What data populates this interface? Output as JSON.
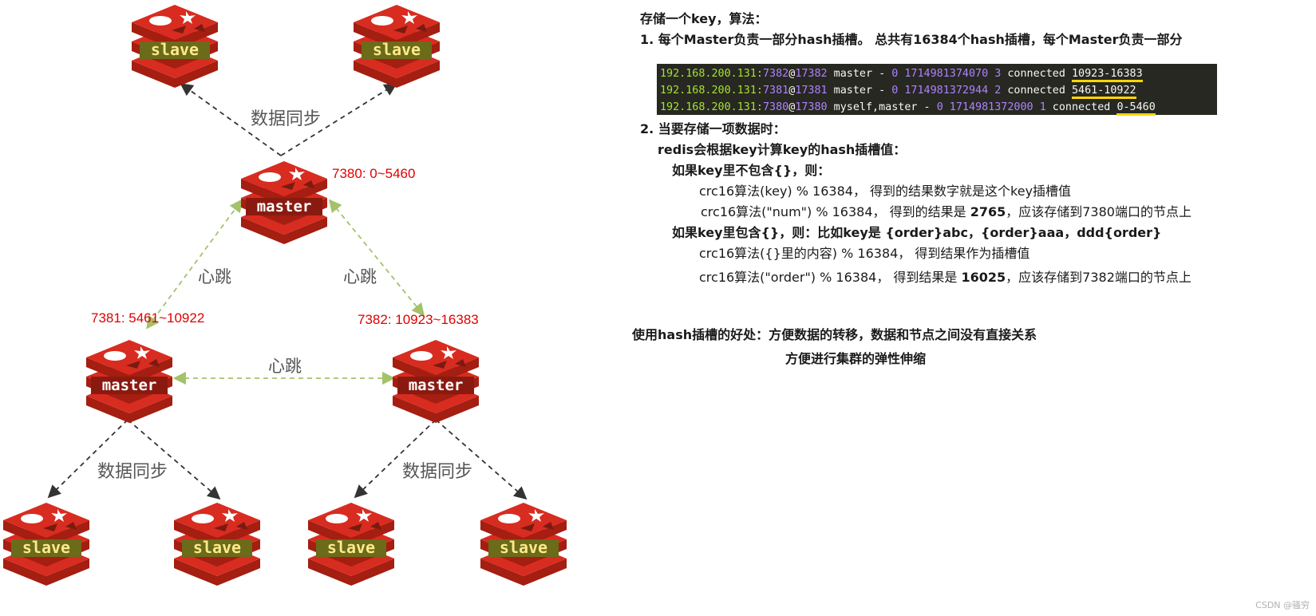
{
  "diagram": {
    "sync_label": "数据同步",
    "heartbeat_label": "心跳",
    "slave_label": "slave",
    "master_label": "master",
    "slots": {
      "m7380": "7380: 0~5460",
      "m7381": "7381: 5461~10922",
      "m7382": "7382: 10923~16383"
    },
    "colors": {
      "redis_red": "#d82c20",
      "redis_dark": "#a41e11",
      "label_band": "#6b6b1a",
      "label_text": "#ffe98a",
      "sync_arrow": "#333333",
      "heartbeat_arrow": "#a4c26a",
      "slot_text": "#e00000"
    }
  },
  "text": {
    "line1": "存储一个key，算法：",
    "line2": "1. 每个Master负责一部分hash插槽。 总共有16384个hash插槽，每个Master负责一部分",
    "terminal": [
      {
        "ip": "192.168.200.131:",
        "port": "7382",
        "at": "@",
        "bus": "17382",
        "role": " master - ",
        "n1": "0",
        "ts": " 1714981374070 ",
        "n2": "3",
        "state": " connected ",
        "range": "10923-16383"
      },
      {
        "ip": "192.168.200.131:",
        "port": "7381",
        "at": "@",
        "bus": "17381",
        "role": " master - ",
        "n1": "0",
        "ts": " 1714981372944 ",
        "n2": "2",
        "state": " connected ",
        "range": "5461-10922"
      },
      {
        "ip": "192.168.200.131:",
        "port": "7380",
        "at": "@",
        "bus": "17380",
        "role": " myself,master - ",
        "n1": "0",
        "ts": " 1714981372000 ",
        "n2": "1",
        "state": " connected ",
        "range": "0-5460"
      }
    ],
    "line3": "2. 当要存储一项数据时：",
    "line4": "redis会根据key计算key的hash插槽值：",
    "line5": "如果key里不包含{}，则：",
    "line6": "crc16算法(key) % 16384， 得到的结果数字就是这个key插槽值",
    "line7a": "crc16算法(\"num\") % 16384， 得到的结果是 ",
    "line7b": "2765",
    "line7c": "，应该存储到7380端口的节点上",
    "line8a": "如果key里包含{}，则：比如key是   ",
    "line8b": "{order}abc，{order}aaa，ddd{order}",
    "line9": "crc16算法({}里的内容) % 16384，  得到结果作为插槽值",
    "line10a": "crc16算法(\"order\")  % 16384， 得到结果是 ",
    "line10b": "16025",
    "line10c": "，应该存储到7382端口的节点上",
    "line11": "使用hash插槽的好处：方便数据的转移，数据和节点之间没有直接关系",
    "line12": "方便进行集群的弹性伸缩"
  },
  "footer": "CSDN @骚穷"
}
